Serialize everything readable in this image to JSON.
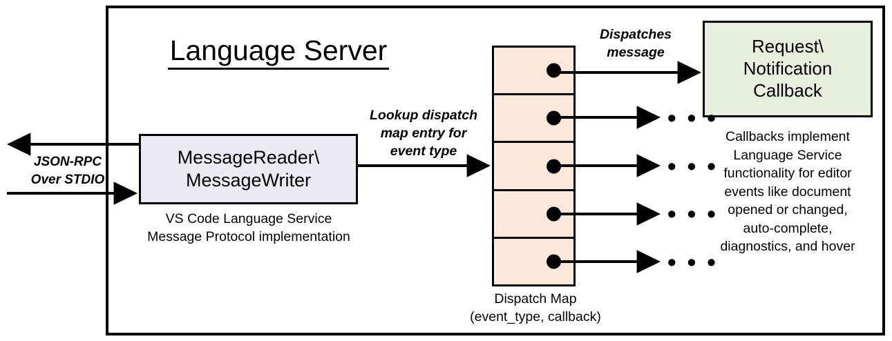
{
  "diagram": {
    "title": "Language Server",
    "container_border_color": "#000000",
    "background": "#ffffff"
  },
  "io": {
    "label": "JSON-RPC\nOver STDIO",
    "label_line1": "JSON-RPC",
    "label_line2": "Over STDIO",
    "outgoing_arrow": "arrow-left-out",
    "incoming_arrow": "arrow-right-in"
  },
  "message_reader": {
    "title_line1": "MessageReader\\",
    "title_line2": "MessageWriter",
    "fill": "#ebe9f2",
    "caption_line1": "VS Code Language Service",
    "caption_line2": "Message Protocol implementation"
  },
  "lookup": {
    "line1": "Lookup dispatch",
    "line2": "map entry for",
    "line3": "event type"
  },
  "dispatch_map": {
    "fill": "#fce8da",
    "caption_line1": "Dispatch Map",
    "caption_line2": "(event_type, callback)",
    "rows": [
      {
        "id": "row-1",
        "marker": "callback-dot"
      },
      {
        "id": "row-2",
        "marker": "callback-dot"
      },
      {
        "id": "row-3",
        "marker": "callback-dot"
      },
      {
        "id": "row-4",
        "marker": "callback-dot"
      },
      {
        "id": "row-5",
        "marker": "callback-dot"
      }
    ]
  },
  "dispatches": {
    "line1": "Dispatches",
    "line2": "message"
  },
  "callback": {
    "line1": "Request\\",
    "line2": "Notification",
    "line3": "Callback",
    "fill": "#e8eede",
    "caption_line1": "Callbacks implement",
    "caption_line2": "Language Service",
    "caption_line3": "functionality for editor",
    "caption_line4": "events like document",
    "caption_line5": "opened or changed,",
    "caption_line6": "auto-complete,",
    "caption_line7": "diagnostics, and hover"
  },
  "ellipses": {
    "glyph": "• • •",
    "items": [
      "row-2-more",
      "row-3-more",
      "row-4-more",
      "row-5-more"
    ]
  }
}
